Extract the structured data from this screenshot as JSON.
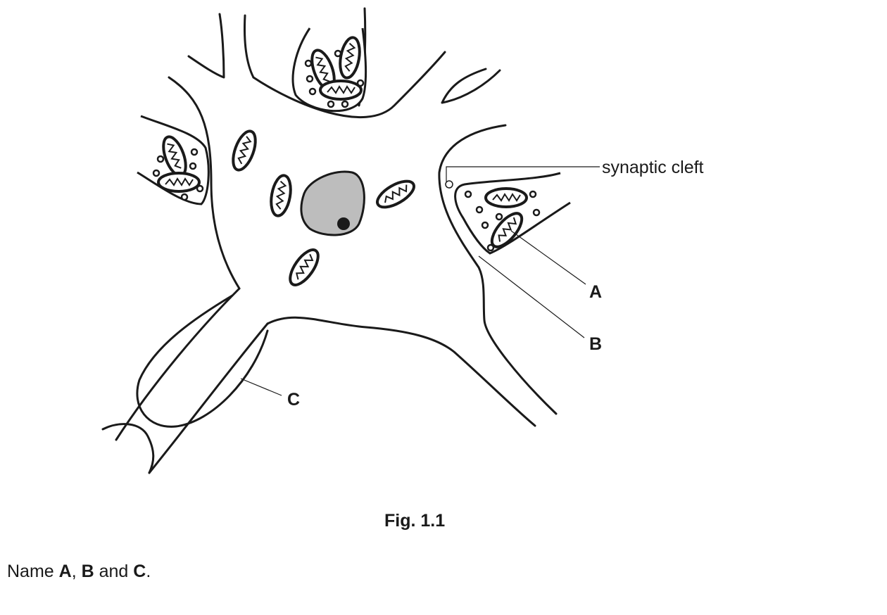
{
  "diagram": {
    "labels": {
      "synaptic_cleft": "synaptic cleft",
      "a": "A",
      "b": "B",
      "c": "C"
    }
  },
  "caption": "Fig. 1.1",
  "question": {
    "prefix": "Name ",
    "a": "A",
    "sep1": ", ",
    "b": "B",
    "sep2": " and ",
    "c": "C",
    "suffix": "."
  },
  "colors": {
    "line": "#1a1a1a",
    "nucleus": "#bdbdbd",
    "background": "#ffffff"
  }
}
